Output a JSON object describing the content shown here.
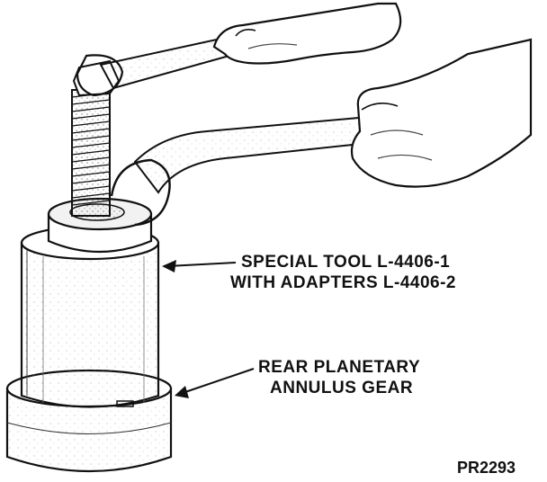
{
  "callouts": {
    "special_tool": {
      "line1": "SPECIAL TOOL L-4406-1",
      "line2": "WITH ADAPTERS L-4406-2"
    },
    "annulus_gear": {
      "line1": "REAR PLANETARY",
      "line2": "ANNULUS GEAR"
    }
  },
  "figure_code": "PR2293",
  "colors": {
    "ink": "#111111",
    "paper": "#ffffff",
    "shade": "#e6e6e6"
  }
}
